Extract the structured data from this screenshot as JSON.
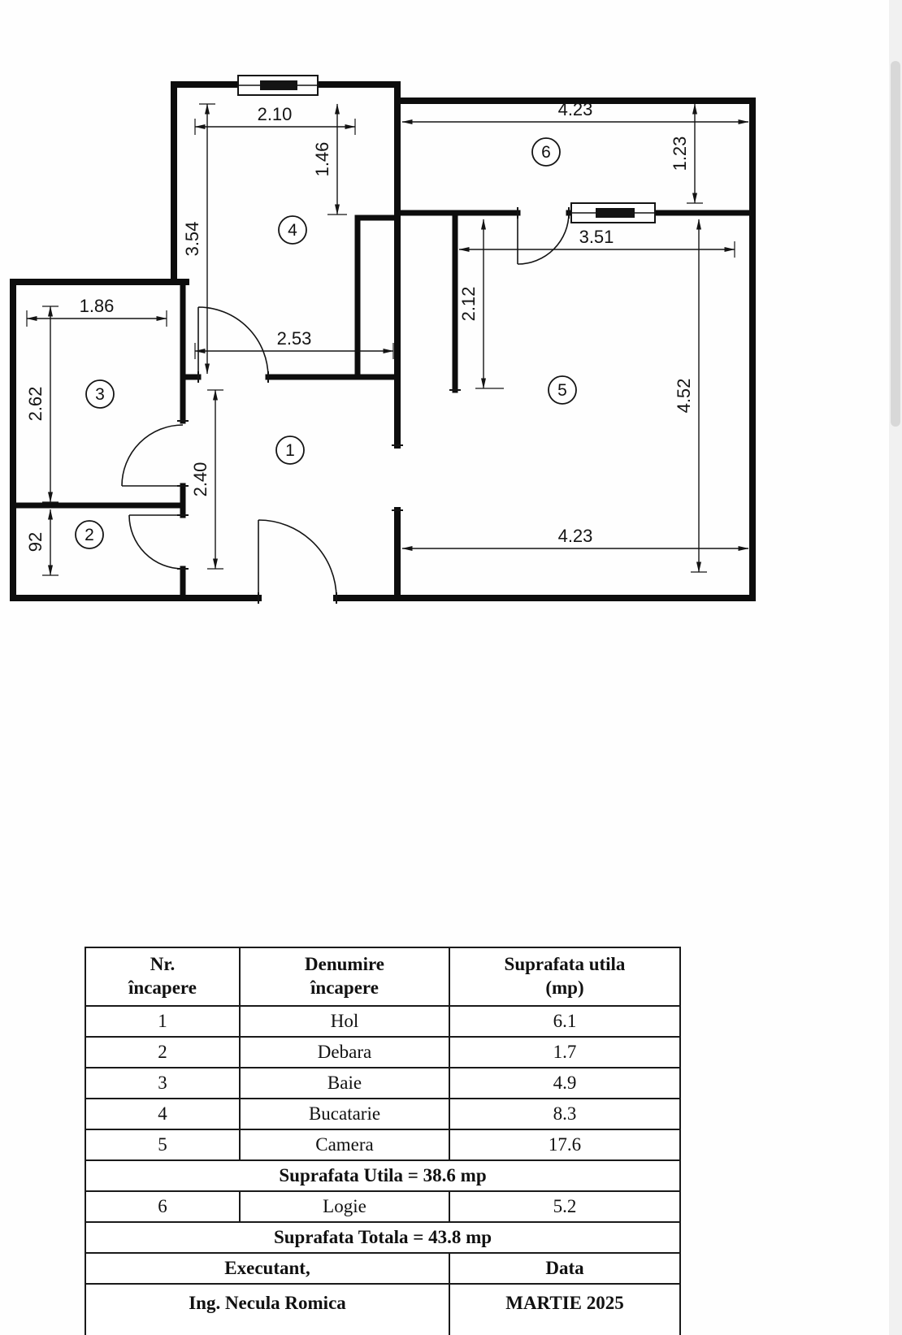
{
  "floor_plan": {
    "rooms": [
      {
        "number": "1"
      },
      {
        "number": "2"
      },
      {
        "number": "3"
      },
      {
        "number": "4"
      },
      {
        "number": "5"
      },
      {
        "number": "6"
      }
    ],
    "dimensions": {
      "kitchen_width_top": "2.10",
      "kitchen_nook_depth": "1.46",
      "loggia_width": "4.23",
      "loggia_depth": "1.23",
      "kitchen_height": "3.54",
      "camera_width_top": "3.51",
      "camera_partial_depth": "2.12",
      "bathroom_width": "1.86",
      "kitchen_width_bottom": "2.53",
      "bathroom_height": "2.62",
      "camera_height": "4.52",
      "hall_height": "2.40",
      "debara_height": "92",
      "camera_width_bottom": "4.23"
    }
  },
  "table": {
    "headers": [
      {
        "line1": "Nr.",
        "line2": "încapere"
      },
      {
        "line1": "Denumire",
        "line2": "încapere"
      },
      {
        "line1": "Suprafata utila",
        "line2": "(mp)"
      }
    ],
    "rows": [
      {
        "nr": "1",
        "name": "Hol",
        "area": "6.1"
      },
      {
        "nr": "2",
        "name": "Debara",
        "area": "1.7"
      },
      {
        "nr": "3",
        "name": "Baie",
        "area": "4.9"
      },
      {
        "nr": "4",
        "name": "Bucatarie",
        "area": "8.3"
      },
      {
        "nr": "5",
        "name": "Camera",
        "area": "17.6"
      }
    ],
    "subtotal_row": "Suprafata Utila = 38.6 mp",
    "logie_row": {
      "nr": "6",
      "name": "Logie",
      "area": "5.2"
    },
    "total_row": "Suprafata Totala = 43.8 mp",
    "footer": {
      "executant_label": "Executant,",
      "data_label": "Data",
      "executant_value": "Ing. Necula Romica",
      "data_value": "MARTIE 2025"
    }
  }
}
